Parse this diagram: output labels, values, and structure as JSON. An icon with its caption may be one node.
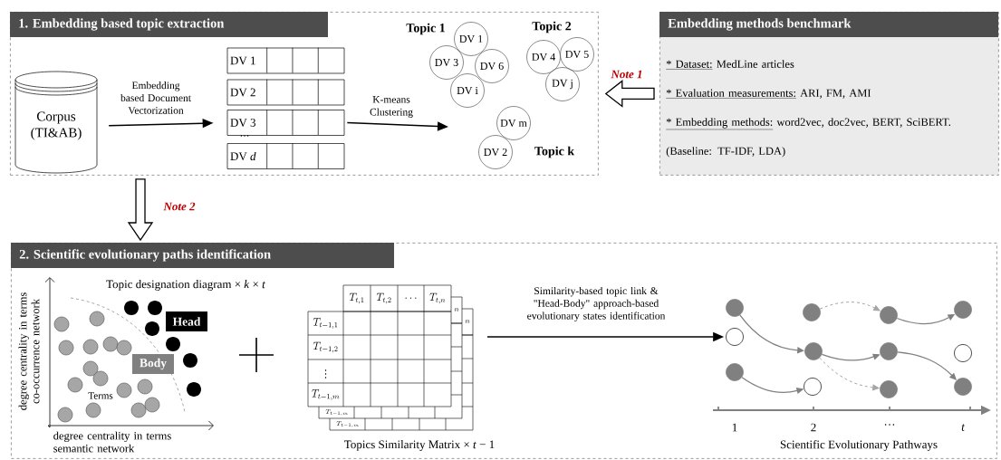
{
  "diagram": {
    "nodes": [
      {
        "text": [
          "1. Embedding based topic extraction"
        ]
      },
      {
        "text": [
          "Corpus (TI&AB)"
        ],
        "in": 0
      },
      {
        "text": [
          "DV 1"
        ],
        "in": 0
      },
      {
        "text": [
          "DV 2"
        ],
        "in": 0
      },
      {
        "text": [
          "DV 3"
        ],
        "in": 0
      },
      {
        "text": [
          "DV *d*"
        ],
        "in": 0
      },
      {
        "text": [
          "DV 1"
        ],
        "in": 0
      },
      {
        "text": [
          "DV 3"
        ],
        "in": 0
      },
      {
        "text": [
          "DV 6"
        ],
        "in": 0
      },
      {
        "text": [
          "DV i"
        ],
        "in": 0
      },
      {
        "text": [
          "DV 4"
        ],
        "in": 0
      },
      {
        "text": [
          "DV 5"
        ],
        "in": 0
      },
      {
        "text": [
          "DV j"
        ],
        "in": 0
      },
      {
        "text": [
          "DV m"
        ],
        "in": 0
      },
      {
        "text": [
          "DV 2"
        ],
        "in": 0
      },
      {
        "text": [
          "Embedding methods benchmark",
          "* Dataset:",
          "MedLine articles",
          "* Evaluation measurements:",
          "ARI, FM, AMI",
          "* Embedding methods:",
          "word2vec, doc2vec, BERT, SciBERT. (Baseline: TF-IDF, LDA)"
        ]
      },
      {
        "text": [
          "2. Scientific evolutionary paths identification"
        ]
      },
      {
        "text": [
          "Head"
        ],
        "in": 16
      },
      {
        "text": [
          "Body"
        ],
        "in": 16
      },
      {
        "text": [],
        "shape": "circle",
        "in": 16
      },
      {
        "text": [],
        "shape": "circle",
        "in": 16
      },
      {
        "text": [],
        "shape": "circle",
        "in": 16
      },
      {
        "text": [],
        "shape": "circle",
        "in": 16
      },
      {
        "text": [],
        "shape": "circle",
        "in": 16
      },
      {
        "text": [],
        "shape": "circle",
        "in": 16
      },
      {
        "text": [],
        "shape": "circle",
        "in": 16
      },
      {
        "text": [],
        "shape": "circle",
        "in": 16
      },
      {
        "text": [],
        "shape": "circle",
        "in": 16
      },
      {
        "text": [],
        "shape": "circle",
        "in": 16
      },
      {
        "text": [],
        "shape": "circle",
        "in": 16
      },
      {
        "text": [],
        "shape": "circle",
        "in": 16
      }
    ],
    "edges": [
      {
        "from": 1,
        "to": 4,
        "arrow": "to",
        "label": "Embedding based Document Vectorization",
        "color": "#000000"
      },
      {
        "from": 4,
        "to": null,
        "arrow": "to",
        "label": "K-means Clustering",
        "color": "#000000"
      },
      {
        "from": 15,
        "to": 0,
        "arrow": "to",
        "label": "Note 1",
        "style": "thick",
        "color": "#000000"
      },
      {
        "from": 0,
        "to": 16,
        "arrow": "to",
        "label": "Note 2",
        "style": "thick",
        "color": "#000000"
      },
      {
        "from": null,
        "to": 20,
        "arrow": "to",
        "label": "Similarity-based topic link & \"Head-Body\" approach-based evolutionary states identification",
        "color": "#000000"
      },
      {
        "from": 19,
        "to": 23,
        "arrow": "to",
        "color": "#808080"
      },
      {
        "from": 21,
        "to": 24,
        "arrow": "to",
        "color": "#808080"
      },
      {
        "from": 22,
        "to": 25,
        "arrow": "to",
        "style": "dashed",
        "color": "#a6a6a6"
      },
      {
        "from": 23,
        "to": 26,
        "arrow": "to",
        "color": "#808080"
      },
      {
        "from": 23,
        "to": 27,
        "arrow": "to",
        "style": "dashed",
        "color": "#a6a6a6"
      },
      {
        "from": 25,
        "to": 28,
        "arrow": "to",
        "color": "#808080"
      },
      {
        "from": 26,
        "to": 30,
        "arrow": "to",
        "color": "#808080"
      }
    ],
    "labels": [
      "Topic 1",
      "Topic 2",
      "…",
      "Topic k",
      "Topic designation diagram × *k* × *t*",
      "degree centrality in terms co-occurrence network",
      "Terms",
      "degree centrality in terms semantic network",
      "T_{t,1}",
      "T_{t,2}",
      "\\cdots",
      "T_{t,n}",
      "T_{t-1,1}",
      "T_{t-1,2}",
      "\\vdots",
      "T_{t-1,m}",
      "n",
      "T_{t-1,m}",
      "n",
      "T_{t-1,m}",
      "Topics Similarity Matrix × *t* − 1",
      "1",
      "2",
      "…",
      "t",
      "Scientific Evolutionary Pathways"
    ]
  }
}
